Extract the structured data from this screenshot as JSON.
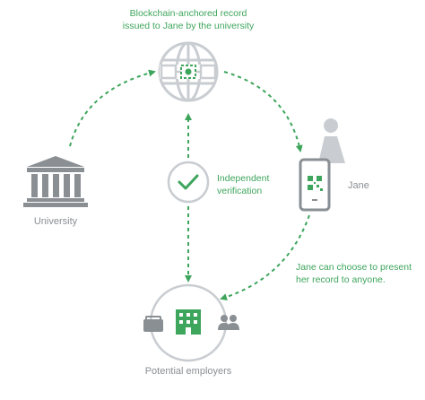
{
  "top_caption": {
    "line1": "Blockchain-anchored record",
    "line2": "issued to Jane by the university"
  },
  "verification_label": {
    "line1": "Independent",
    "line2": "verification"
  },
  "present_caption": {
    "line1": "Jane can choose to present",
    "line2": "her record to anyone."
  },
  "nodes": {
    "university": "University",
    "jane": "Jane",
    "employers": "Potential employers"
  },
  "colors": {
    "accent_green": "#3ea55c",
    "icon_gray": "#8a8f94",
    "light_gray": "#c9cdd1"
  },
  "icons": [
    "globe-chain-icon",
    "university-building-icon",
    "person-icon",
    "phone-qr-icon",
    "checkmark-icon",
    "briefcase-icon",
    "office-building-icon",
    "people-icon"
  ]
}
